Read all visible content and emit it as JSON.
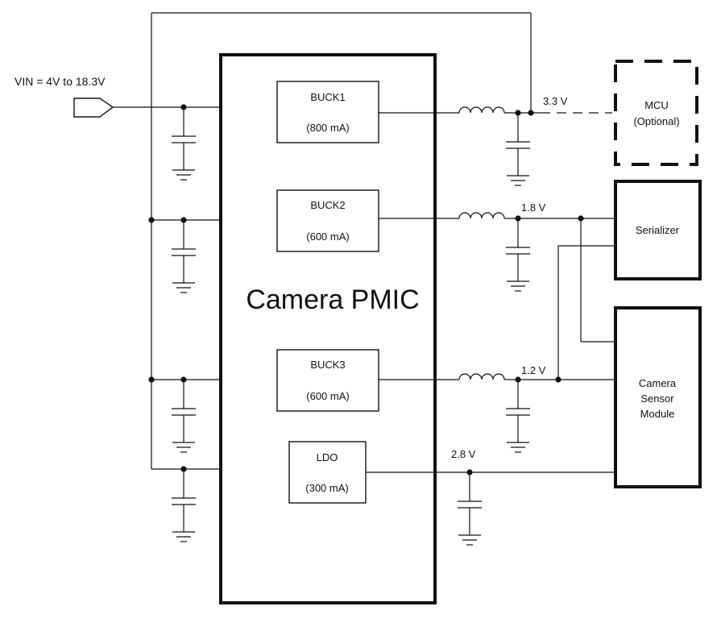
{
  "vin_label": "VIN = 4V to 18.3V",
  "pmic_title": "Camera PMIC",
  "regulators": [
    {
      "name": "BUCK1",
      "current": "(800 mA)",
      "output": "3.3 V"
    },
    {
      "name": "BUCK2",
      "current": "(600 mA)",
      "output": "1.8 V"
    },
    {
      "name": "BUCK3",
      "current": "(600 mA)",
      "output": "1.2 V"
    },
    {
      "name": "LDO",
      "current": "(300 mA)",
      "output": "2.8 V"
    }
  ],
  "loads": {
    "mcu": [
      "MCU",
      "(Optional)"
    ],
    "serializer": [
      "Serializer"
    ],
    "camera": [
      "Camera",
      "Sensor",
      "Module"
    ]
  }
}
